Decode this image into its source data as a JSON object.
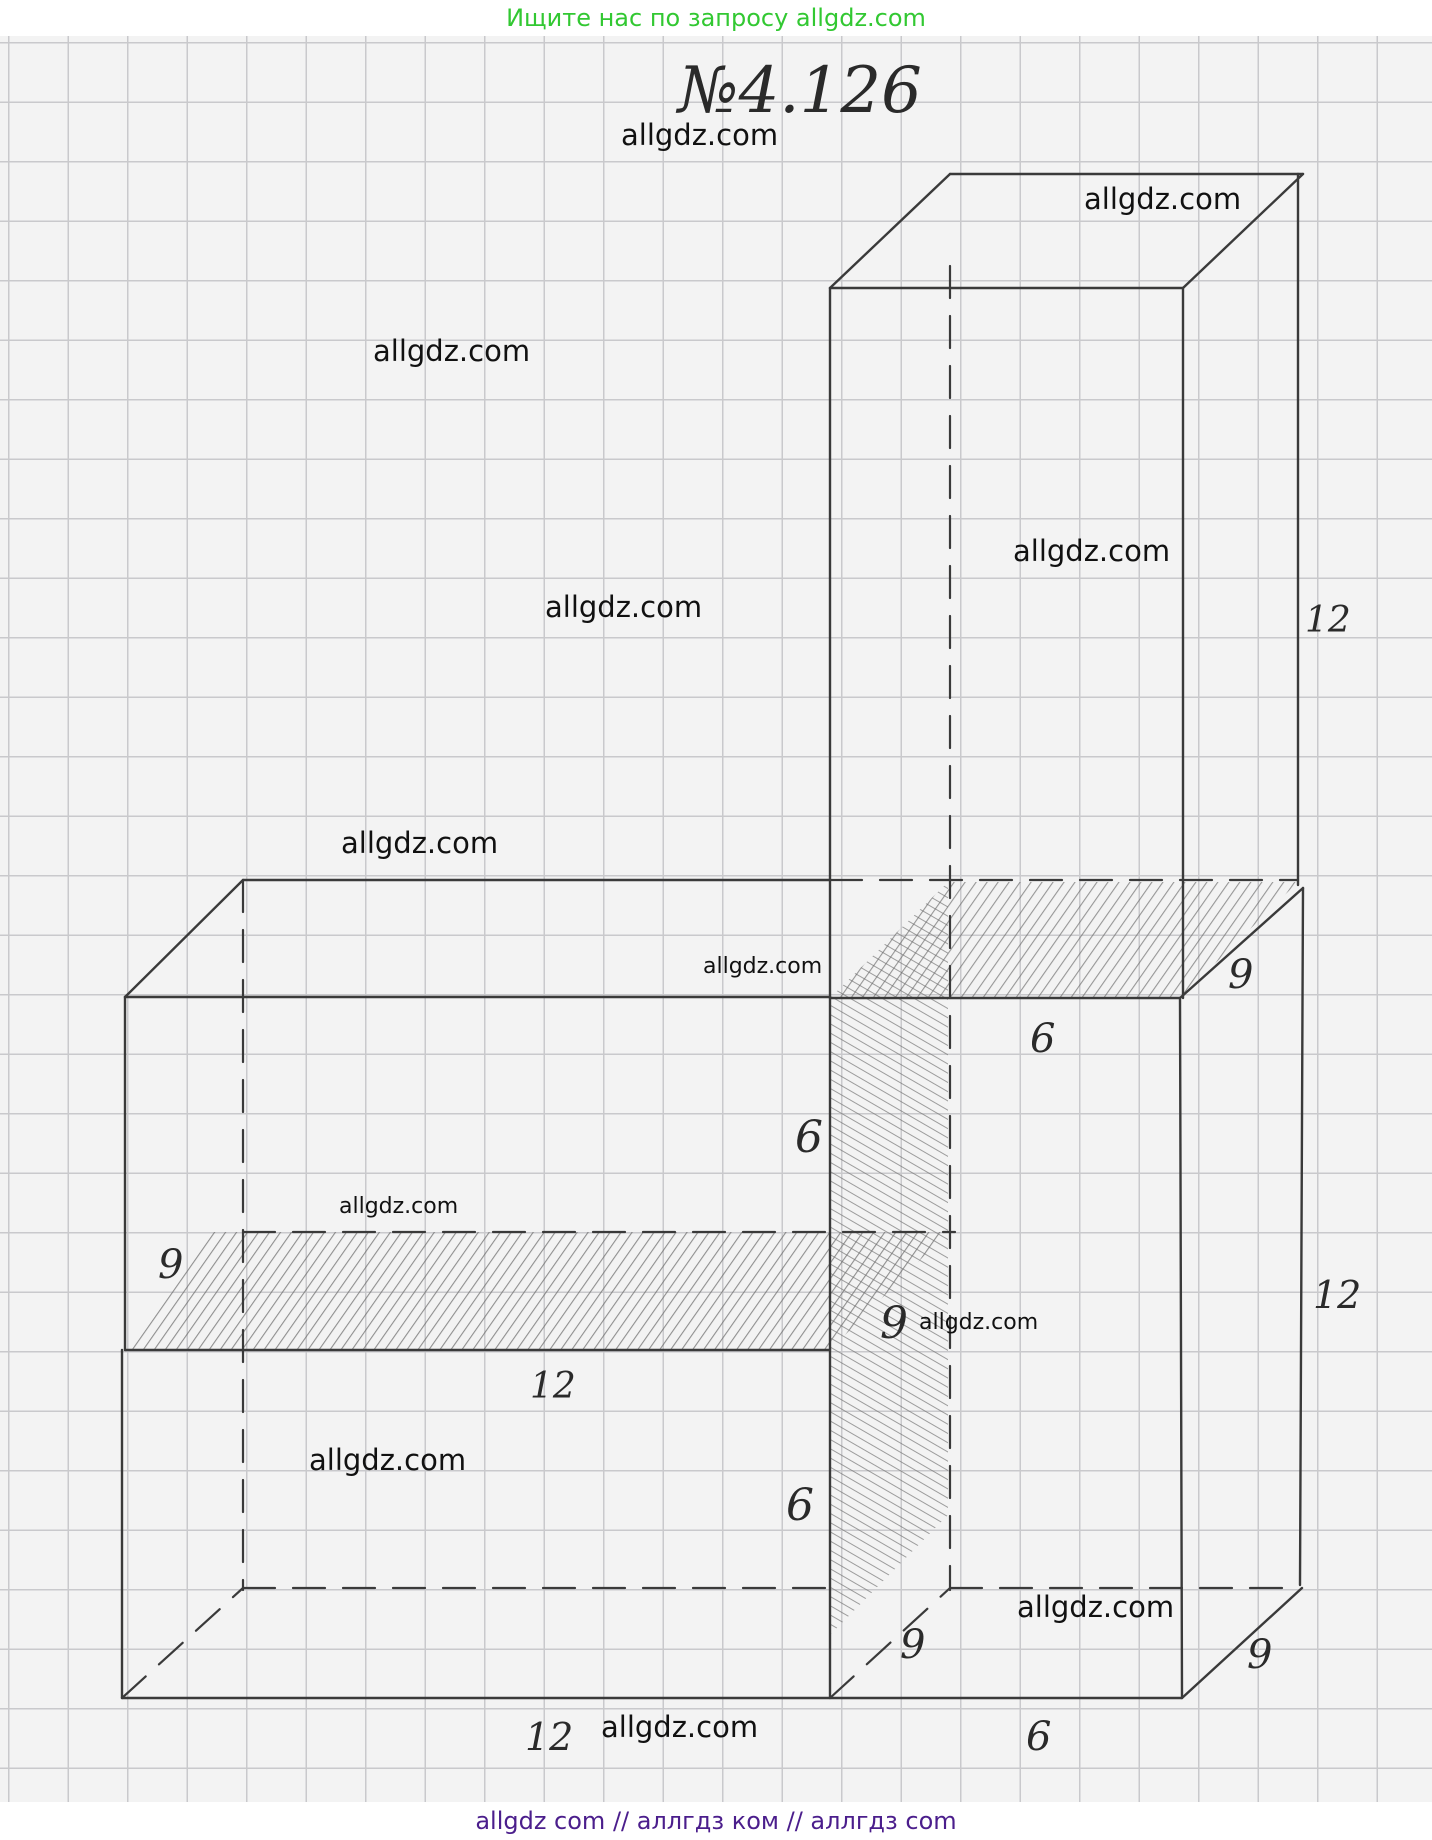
{
  "banner_top": "Ищите нас по запросу allgdz.com",
  "banner_bottom": "allgdz com  //  аллгдз ком  //  аллгдз com",
  "problem_number": "№4.126",
  "watermark": "allgdz.com",
  "dimensions": {
    "tall_height": "12",
    "upper_top_depth": "9",
    "upper_front_width": "6",
    "upper_middle_height": "6",
    "middle_depth_left": "9",
    "middle_front_width": "12",
    "middle_depth_right": "9",
    "lower_right_height": "12",
    "lower_left_height": "6",
    "bottom_depth_mid": "9",
    "bottom_depth_right": "9",
    "bottom_width_left": "12",
    "bottom_width_right": "6"
  },
  "colors": {
    "banner_top": "#32c832",
    "banner_bottom": "#4b1e8c",
    "pencil": "#3a3a3a",
    "grid": "#c9c9cc"
  }
}
